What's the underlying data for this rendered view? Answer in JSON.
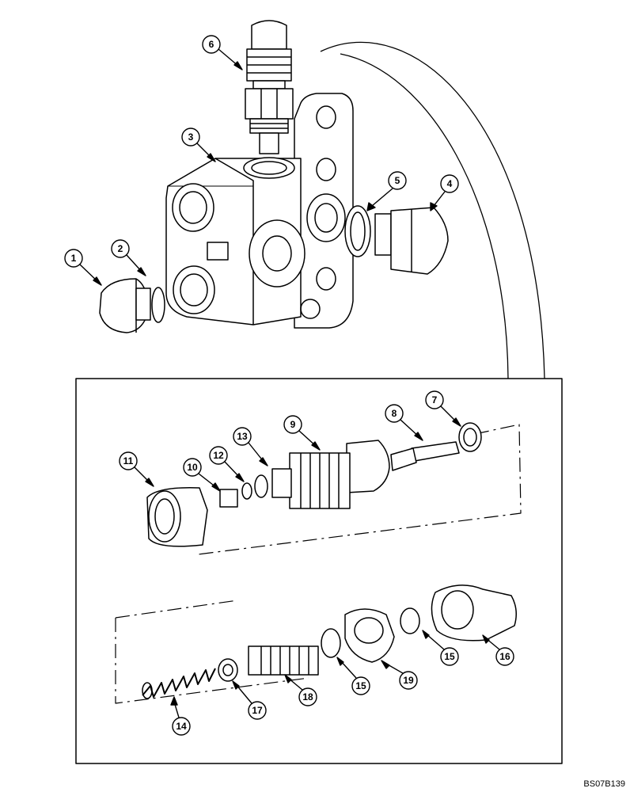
{
  "diagram": {
    "reference_code": "BS07B139",
    "callouts": [
      {
        "id": "c1",
        "label": "1"
      },
      {
        "id": "c2",
        "label": "2"
      },
      {
        "id": "c3",
        "label": "3"
      },
      {
        "id": "c4",
        "label": "4"
      },
      {
        "id": "c5",
        "label": "5"
      },
      {
        "id": "c6",
        "label": "6"
      },
      {
        "id": "c7",
        "label": "7"
      },
      {
        "id": "c8",
        "label": "8"
      },
      {
        "id": "c9",
        "label": "9"
      },
      {
        "id": "c10",
        "label": "10"
      },
      {
        "id": "c11",
        "label": "11"
      },
      {
        "id": "c12",
        "label": "12"
      },
      {
        "id": "c13",
        "label": "13"
      },
      {
        "id": "c14",
        "label": "14"
      },
      {
        "id": "c15a",
        "label": "15"
      },
      {
        "id": "c15b",
        "label": "15"
      },
      {
        "id": "c16",
        "label": "16"
      },
      {
        "id": "c17",
        "label": "17"
      },
      {
        "id": "c18",
        "label": "18"
      },
      {
        "id": "c19",
        "label": "19"
      }
    ]
  }
}
